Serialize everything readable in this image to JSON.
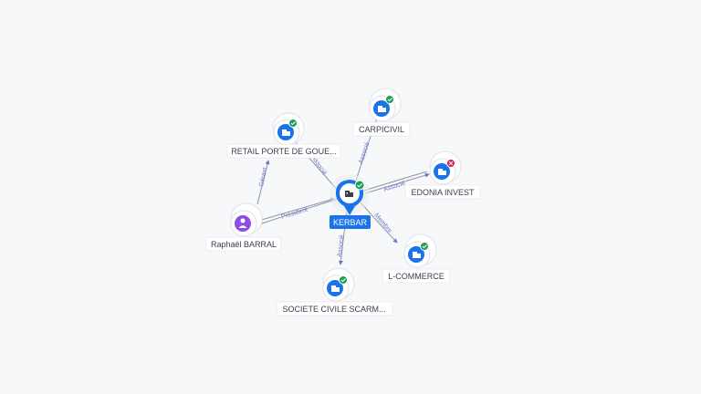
{
  "colors": {
    "company": "#1a73e8",
    "person": "#8e4ee6",
    "active": "#1e9e58",
    "inactive": "#d81b4a",
    "edge": "#8e95a8",
    "edge_label": "#6c74c9"
  },
  "center": {
    "label": "KERBAR",
    "icon": "building-icon",
    "status": "active"
  },
  "nodes": [
    {
      "id": "retail",
      "label": "RETAIL PORTE DE GOUE...",
      "icon": "building-icon",
      "status": "active"
    },
    {
      "id": "carpicivil",
      "label": "CARPICIVIL",
      "icon": "building-icon",
      "status": "active"
    },
    {
      "id": "edonia",
      "label": "EDONIA INVEST",
      "icon": "building-icon",
      "status": "inactive"
    },
    {
      "id": "lcommerce",
      "label": "L-COMMERCE",
      "icon": "building-icon",
      "status": "active"
    },
    {
      "id": "scarm",
      "label": "SOCIETE CIVILE SCARM...",
      "icon": "building-icon",
      "status": "active"
    },
    {
      "id": "raphael",
      "label": "Raphaël BARRAL",
      "icon": "person-icon",
      "status": "none"
    }
  ],
  "edges": [
    {
      "from": "retail",
      "to": "center",
      "label": "Associé"
    },
    {
      "from": "center",
      "to": "carpicivil",
      "label": "Associé"
    },
    {
      "from": "center",
      "to": "edonia",
      "label": "Associé"
    },
    {
      "from": "center",
      "to": "lcommerce",
      "label": "Membre"
    },
    {
      "from": "center",
      "to": "scarm",
      "label": "Associé"
    },
    {
      "from": "raphael",
      "to": "center",
      "label": "Président"
    },
    {
      "from": "raphael",
      "to": "retail",
      "label": "Gérant"
    },
    {
      "from": "raphael",
      "to": "edonia",
      "label": ""
    }
  ]
}
